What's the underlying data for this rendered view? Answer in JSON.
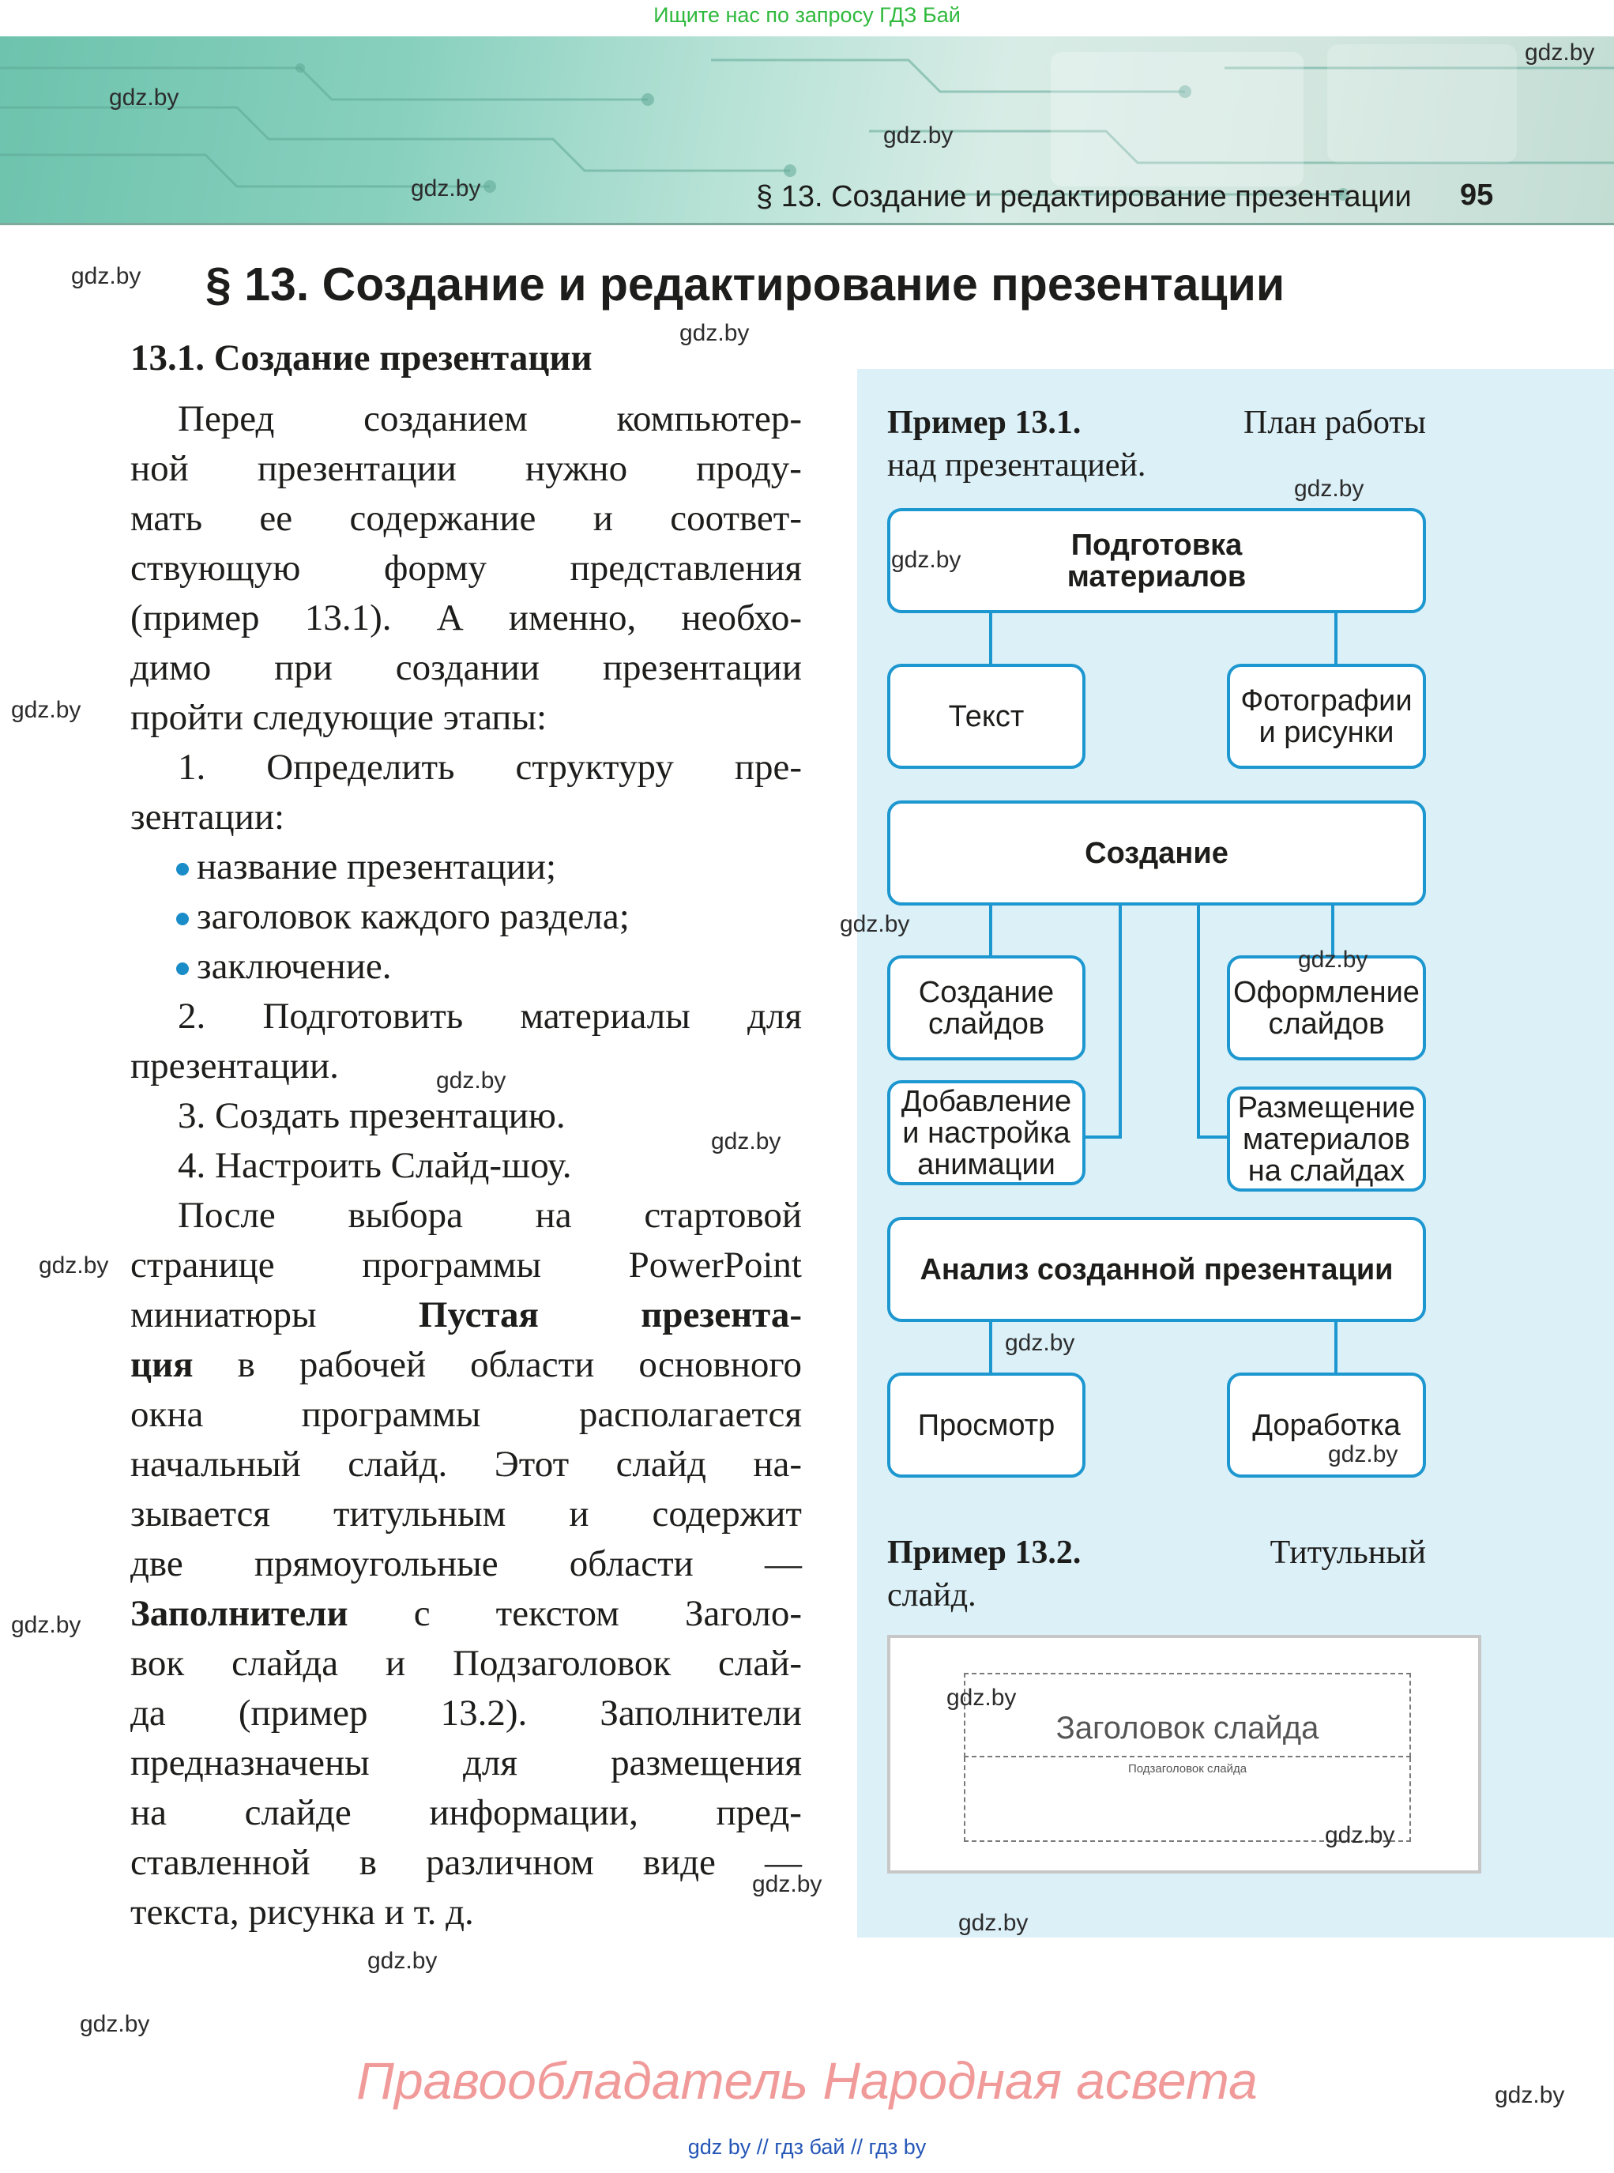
{
  "search_hint": "Ищите нас по запросу ГДЗ Бай",
  "header": {
    "running_head": "§ 13. Создание и редактирование презентации",
    "page_number": "95"
  },
  "watermark_text": "gdz.by",
  "section_title": "§ 13. Создание и редактирование презентации",
  "subsection_title": "13.1. Создание презентации",
  "main_lines": [
    "Перед созданием компьютер-",
    "ной презентации нужно проду-",
    "мать ее содержание и соответ-",
    "ствующую форму представления",
    "(пример 13.1). А именно, необхо-",
    "димо при создании презентации",
    "пройти следующие этапы:",
    "1. Определить структуру пре-",
    "зентации:",
    "название презентации;",
    "заголовок каждого раздела;",
    "заключение.",
    "2. Подготовить материалы для",
    "презентации.",
    "3. Создать презентацию.",
    "4. Настроить Слайд-шоу.",
    "После выбора на стартовой",
    "странице программы PowerPoint",
    "миниатюры Пустая презента-",
    "ция в рабочей области основного",
    "окна программы располагается",
    "начальный слайд. Этот слайд на-",
    "зывается титульным и содержит",
    "две прямоугольные области —",
    "Заполнители с текстом Заголо-",
    "вок слайда и Подзаголовок слай-",
    "да (пример 13.2). Заполнители",
    "предназначены для размещения",
    "на слайде информации, пред-",
    "ставленной в различном виде —",
    "текста, рисунка и т. д."
  ],
  "example1": {
    "label": "Пример 13.1.",
    "text_line1": "План работы",
    "text_line2": "над презентацией."
  },
  "diagram": {
    "prep": "Подготовка материалов",
    "text": "Текст",
    "photos": "Фотографии и рисунки",
    "create": "Создание",
    "create_slides": "Создание слайдов",
    "design_slides": "Оформление слайдов",
    "animation": "Добавление и настройка анимации",
    "placement": "Размещение материалов на слайдах",
    "analysis": "Анализ созданной презентации",
    "view": "Просмотр",
    "revision": "Доработка"
  },
  "example2": {
    "label": "Пример 13.2.",
    "text_line1": "Титульный",
    "text_line2": "слайд."
  },
  "slide_preview": {
    "title_placeholder": "Заголовок слайда",
    "subtitle_placeholder": "Подзаголовок слайда"
  },
  "copyright": "Правообладатель Народная асвета",
  "footer_links": "gdz by // гдз бай // гдз by",
  "colors": {
    "accent_blue": "#1d97cf",
    "sidebar_bg": "#dcf0f8",
    "bullet": "#1a8cc8",
    "copyright": "#f19a9a",
    "search_hint": "#2fb93d"
  }
}
